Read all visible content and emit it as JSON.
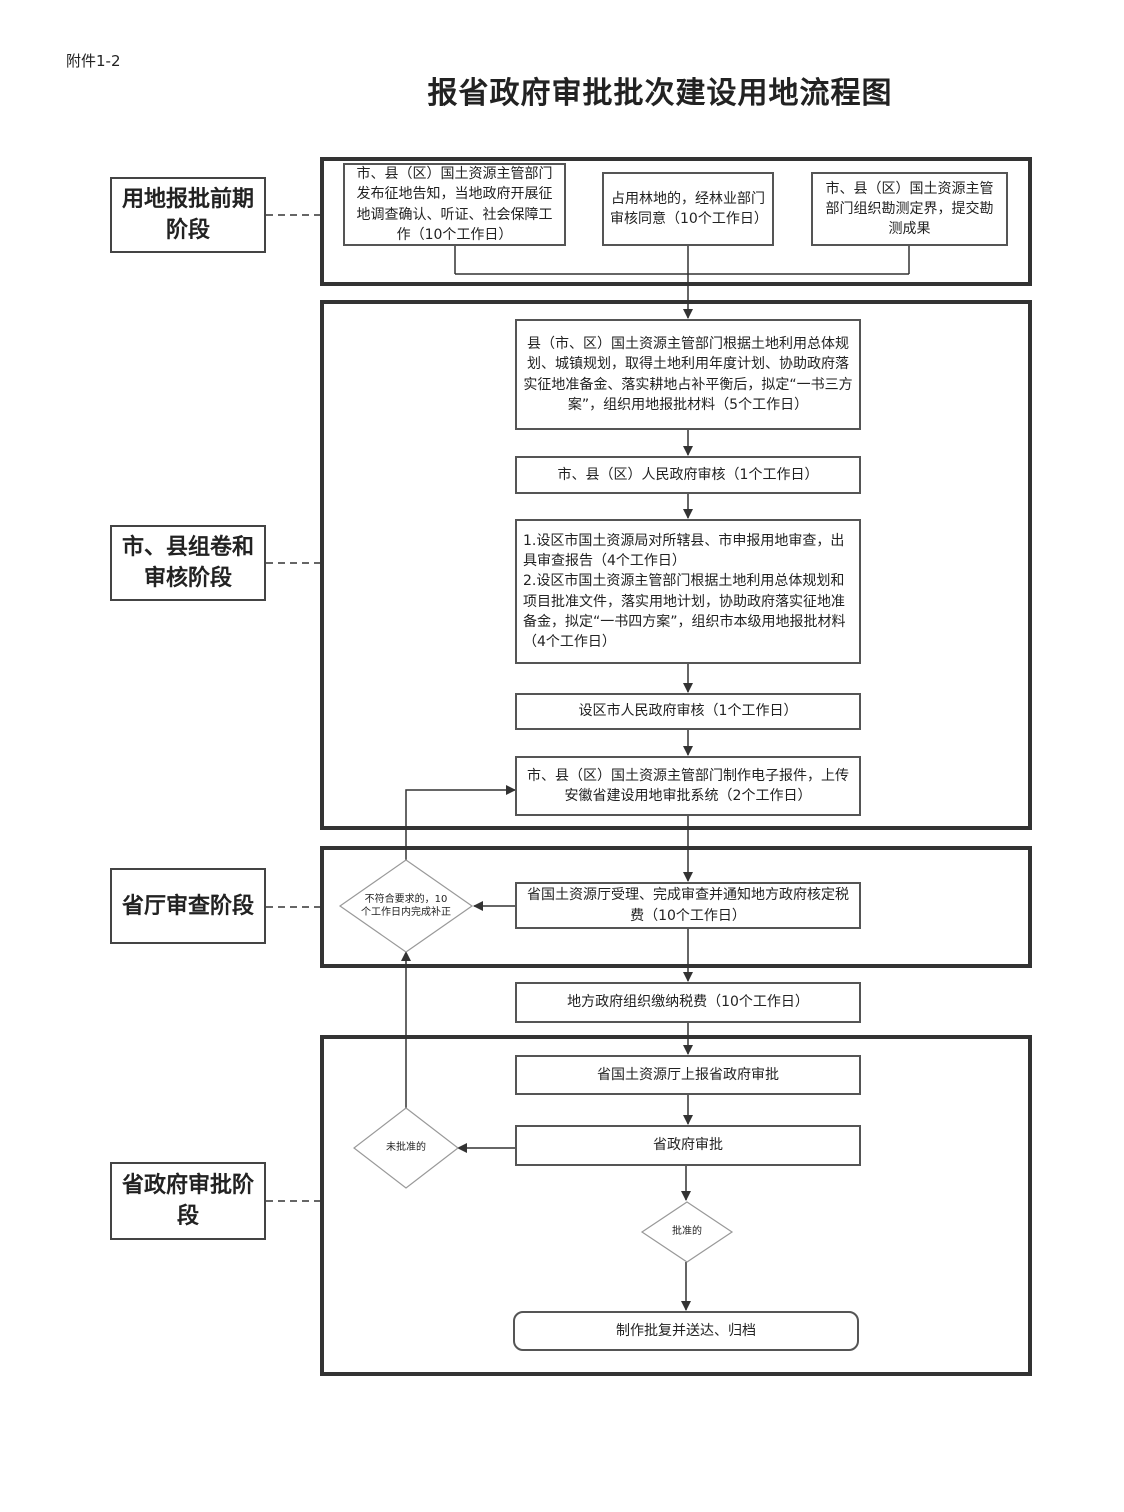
{
  "header": {
    "attachment": "附件1-2",
    "title": "报省政府审批批次建设用地流程图"
  },
  "stages": [
    {
      "label": "用地报批前期阶段"
    },
    {
      "label": "市、县组卷和审核阶段"
    },
    {
      "label": "省厅审查阶段"
    },
    {
      "label": "省政府审批阶段"
    }
  ],
  "steps": {
    "pre_1": "市、县（区）国土资源主管部门发布征地告知，当地政府开展征地调查确认、听证、社会保障工作（10个工作日）",
    "pre_2": "占用林地的，经林业部门审核同意（10个工作日）",
    "pre_3": "市、县（区）国土资源主管部门组织勘测定界，提交勘测成果",
    "county_prep": "县（市、区）国土资源主管部门根据土地利用总体规划、城镇规划，取得土地利用年度计划、协助政府落实征地准备金、落实耕地占补平衡后，拟定“一书三方案”，组织用地报批材料（5个工作日）",
    "county_gov_review": "市、县（区）人民政府审核（1个工作日）",
    "city_review_1": "1.设区市国土资源局对所辖县、市申报用地审查，出具审查报告（4个工作日）",
    "city_review_2": "2.设区市国土资源主管部门根据土地利用总体规划和项目批准文件，落实用地计划，协助政府落实征地准备金，拟定“一书四方案”，组织市本级用地报批材料（4个工作日）",
    "city_gov_review": "设区市人民政府审核（1个工作日）",
    "upload": "市、县（区）国土资源主管部门制作电子报件，上传安徽省建设用地审批系统（2个工作日）",
    "prov_dept_review": "省国土资源厅受理、完成审查并通知地方政府核定税费（10个工作日）",
    "pay_fees": "地方政府组织缴纳税费（10个工作日）",
    "submit_prov_gov": "省国土资源厅上报省政府审批",
    "prov_gov_approve": "省政府审批",
    "finalize": "制作批复并送达、归档"
  },
  "decisions": {
    "noncompliant": "不符合要求的，10个工作日内完成补正",
    "not_approved": "未批准的",
    "approved": "批准的"
  }
}
